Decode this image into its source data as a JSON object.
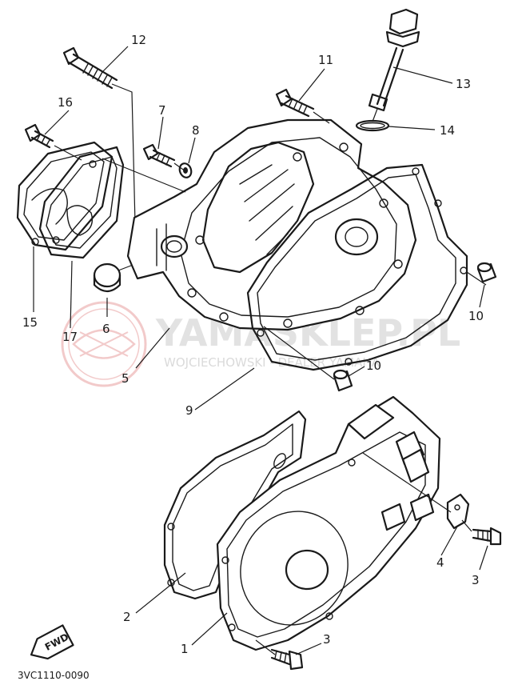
{
  "diagram": {
    "drawing_code": "3VC1110-0090",
    "fwd_mark": "FWD",
    "callouts": [
      "12",
      "16",
      "7",
      "8",
      "11",
      "13",
      "14",
      "15",
      "17",
      "6",
      "5",
      "10",
      "10",
      "9",
      "4",
      "3",
      "2",
      "1",
      "3"
    ]
  },
  "watermark": {
    "brand": "YAMASKLEP.PL",
    "tagline": "WOJCIECHOWSKI - DEALER YAMAHA"
  },
  "colors": {
    "line": "#1a1a1a",
    "watermark_logo": "#e8a0a0",
    "watermark_text": "#d9d9d9"
  }
}
